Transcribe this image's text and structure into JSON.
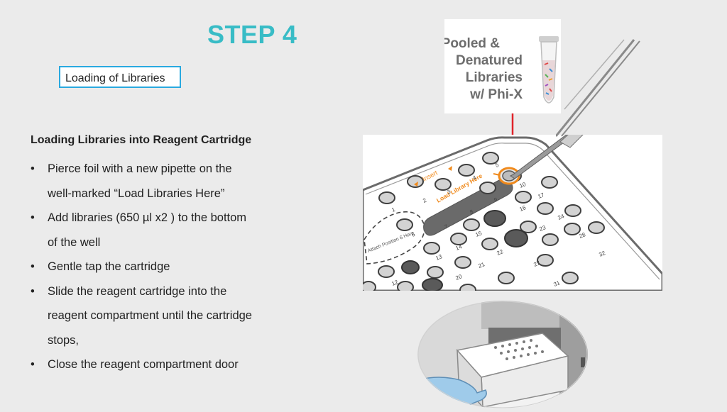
{
  "slide": {
    "title": "STEP 4",
    "tag_label": "Loading of Libraries",
    "heading": "Loading Libraries into  Reagent Cartridge",
    "bullets": [
      {
        "line1": "Pierce foil with a new pipette on the",
        "line2": "well-marked “Load Libraries Here”"
      },
      {
        "line1": "Add libraries  (650 µl x2 ) to the  bottom",
        "line2": "of  the well"
      },
      {
        "line1": "Gentle tap  the cartridge",
        "line2": ""
      },
      {
        "line1": "Slide the reagent cartridge into the",
        "line2": "reagent compartment until the cartridge",
        "line3": "stops,"
      },
      {
        "line1": "Close the reagent compartment door",
        "line2": ""
      }
    ],
    "bullet_glyph": "•"
  },
  "tube_label": {
    "line1": "Pooled &",
    "line2": "Denatured",
    "line3": "Libraries",
    "line4": "w/ Phi-X"
  },
  "cartridge": {
    "insert_label": "Insert",
    "load_label": "Load Library Here",
    "attach_label": "Attach Position 6 Here",
    "well_numbers": [
      "1",
      "2",
      "3",
      "4",
      "5",
      "6",
      "7",
      "8",
      "9",
      "10",
      "12",
      "13",
      "14",
      "15",
      "16",
      "17",
      "20",
      "21",
      "22",
      "23",
      "24",
      "27",
      "28",
      "31",
      "32"
    ]
  },
  "colors": {
    "title": "#38bcc6",
    "tag_border": "#29a9e0",
    "arrow": "#e0232a",
    "load_highlight": "#f08a1c"
  }
}
